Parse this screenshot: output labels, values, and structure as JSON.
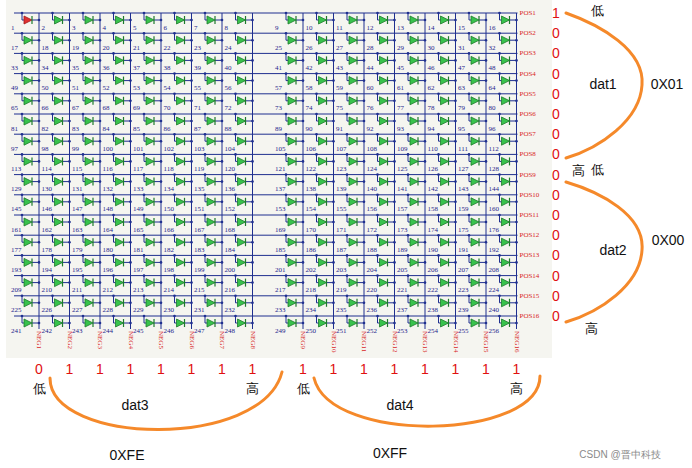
{
  "diagram": {
    "labels": [
      "1",
      "2",
      "3",
      "4",
      "5",
      "6",
      "7",
      "8",
      "9",
      "10",
      "11",
      "12",
      "13",
      "14",
      "15",
      "16",
      "17",
      "18",
      "19",
      "20",
      "21",
      "22",
      "23",
      "24",
      "25",
      "26",
      "27",
      "28",
      "29",
      "30",
      "31",
      "32",
      "33",
      "34",
      "35",
      "36",
      "37",
      "38",
      "39",
      "40",
      "41",
      "42",
      "43",
      "44",
      "45",
      "46",
      "47",
      "48",
      "49",
      "50",
      "51",
      "52",
      "53",
      "54",
      "55",
      "56",
      "57",
      "58",
      "59",
      "60",
      "61",
      "62",
      "63",
      "64",
      "65",
      "66",
      "67",
      "68",
      "69",
      "70",
      "71",
      "72",
      "73",
      "74",
      "75",
      "76",
      "77",
      "78",
      "79",
      "80",
      "81",
      "82",
      "83",
      "84",
      "85",
      "86",
      "87",
      "88",
      "89",
      "90",
      "91",
      "92",
      "93",
      "94",
      "95",
      "96",
      "97",
      "98",
      "99",
      "100",
      "101",
      "102",
      "103",
      "104",
      "105",
      "106",
      "107",
      "108",
      "109",
      "110",
      "111",
      "112",
      "113",
      "114",
      "115",
      "116",
      "117",
      "118",
      "119",
      "120",
      "121",
      "122",
      "123",
      "124",
      "125",
      "126",
      "127",
      "128",
      "129",
      "130",
      "131",
      "132",
      "133",
      "134",
      "135",
      "136",
      "137",
      "138",
      "139",
      "140",
      "141",
      "142",
      "143",
      "144",
      "145",
      "146",
      "147",
      "148",
      "149",
      "150",
      "151",
      "152",
      "153",
      "154",
      "155",
      "156",
      "157",
      "158",
      "159",
      "160",
      "161",
      "162",
      "163",
      "164",
      "165",
      "166",
      "167",
      "168",
      "169",
      "170",
      "171",
      "172",
      "173",
      "174",
      "175",
      "176",
      "177",
      "178",
      "179",
      "180",
      "181",
      "182",
      "183",
      "184",
      "185",
      "186",
      "187",
      "188",
      "189",
      "190",
      "191",
      "192",
      "193",
      "194",
      "195",
      "196",
      "197",
      "198",
      "199",
      "200",
      "201",
      "202",
      "203",
      "204",
      "205",
      "206",
      "207",
      "208",
      "209",
      "210",
      "211",
      "212",
      "213",
      "214",
      "215",
      "216",
      "217",
      "218",
      "219",
      "220",
      "221",
      "222",
      "223",
      "224",
      "225",
      "226",
      "227",
      "228",
      "229",
      "230",
      "231",
      "232",
      "233",
      "234",
      "235",
      "236",
      "237",
      "238",
      "239",
      "240",
      "241",
      "242",
      "243",
      "244",
      "245",
      "246",
      "247",
      "248",
      "249",
      "250",
      "251",
      "252",
      "253",
      "254",
      "255",
      "256",
      "POS1",
      "POS2",
      "POS3",
      "POS4",
      "POS5",
      "POS6",
      "POS7",
      "POS8",
      "POS9",
      "POS10",
      "POS11",
      "POS12",
      "POS13",
      "POS14",
      "POS15",
      "POS16",
      "NEG1",
      "NEG2",
      "NEG3",
      "NEG4",
      "NEG5",
      "NEG6",
      "NEG7",
      "NEG8",
      "NEG9",
      "NEG10",
      "NEG11",
      "NEG12",
      "NEG13",
      "NEG14",
      "NEG15",
      "NEG16",
      "1",
      "0",
      "0",
      "0",
      "0",
      "0",
      "0",
      "0",
      "0",
      "0",
      "0",
      "0",
      "0",
      "0",
      "0",
      "0",
      "0",
      "1",
      "1",
      "1",
      "1",
      "1",
      "1",
      "1",
      "1",
      "1",
      "1",
      "1",
      "1",
      "1",
      "1",
      "1",
      "低",
      "dat1",
      "高",
      "0X01",
      "低",
      "dat2",
      "高",
      "0X00",
      "低",
      "dat3",
      "高",
      "0XFE",
      "低",
      "dat4",
      "高",
      "0XFF",
      "CSDN @晋中科技"
    ]
  }
}
